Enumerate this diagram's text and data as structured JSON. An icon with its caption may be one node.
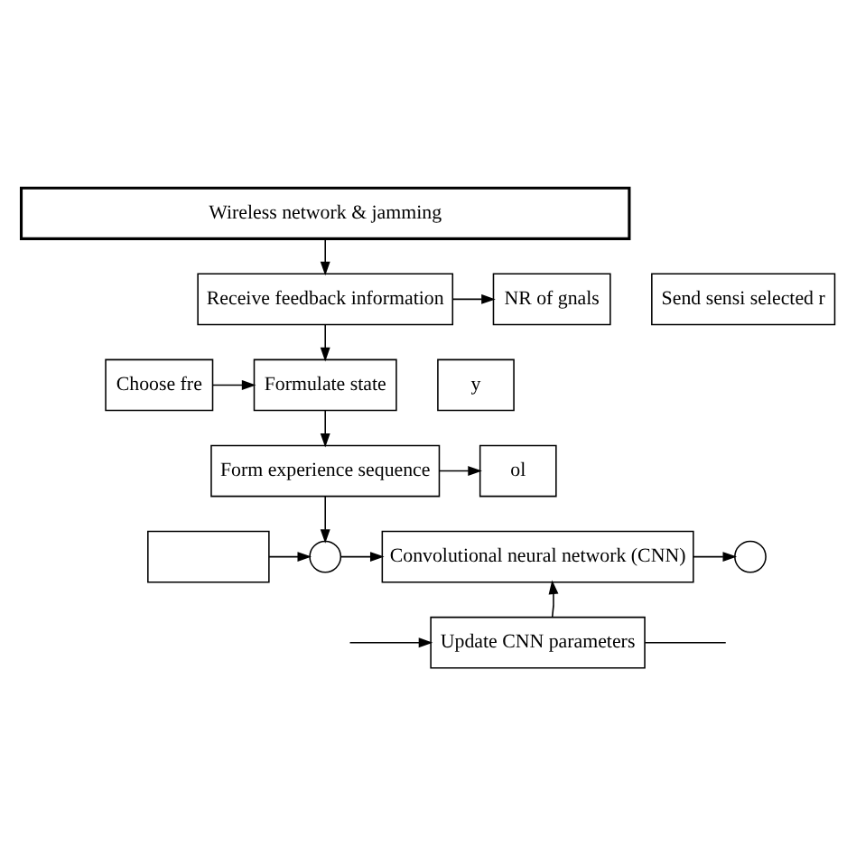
{
  "diagram": {
    "nodes": [
      {
        "text": [
          "Wireless network & jamming"
        ]
      },
      {
        "text": [
          "Receive feedback information"
        ]
      },
      {
        "text": [
          "NR of gnals"
        ]
      },
      {
        "text": [
          "Send sensi selected r"
        ]
      },
      {
        "text": [
          "y"
        ]
      },
      {
        "text": [
          "Formulate state"
        ]
      },
      {
        "text": [
          "Choose fre"
        ]
      },
      {
        "text": [
          "ol"
        ]
      },
      {
        "text": [
          "Form experience sequence"
        ]
      },
      {
        "text": [],
        "shape": "box"
      },
      {
        "text": [],
        "shape": "switch"
      },
      {
        "text": [
          "Convolutional neural network (CNN)"
        ]
      },
      {
        "text": [],
        "shape": "switch"
      },
      {
        "text": [
          "Update CNN parameters"
        ]
      }
    ],
    "edges": [
      {
        "from": 0,
        "to": 1,
        "arrow": "to"
      },
      {
        "from": 1,
        "to": 2,
        "arrow": "to"
      },
      {
        "from": 1,
        "to": 5,
        "arrow": "to"
      },
      {
        "from": 6,
        "to": 5,
        "arrow": "to"
      },
      {
        "from": 5,
        "to": 8,
        "arrow": "to"
      },
      {
        "from": 8,
        "to": 7,
        "arrow": "to"
      },
      {
        "from": 8,
        "to": 10,
        "arrow": "to"
      },
      {
        "from": 9,
        "to": 10,
        "arrow": "to"
      },
      {
        "from": 10,
        "to": 11,
        "arrow": "to"
      },
      {
        "from": 11,
        "to": 12,
        "arrow": "to"
      },
      {
        "from": 13,
        "to": 11,
        "arrow": "to"
      },
      {
        "from": 13,
        "to": null,
        "arrow": "none"
      },
      {
        "from": null,
        "to": 13,
        "arrow": "to"
      }
    ]
  }
}
